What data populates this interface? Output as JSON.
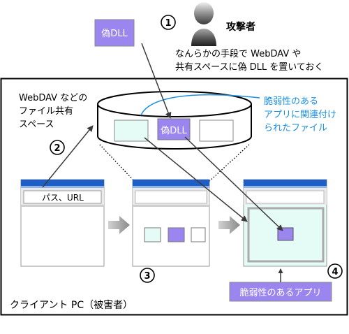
{
  "attacker": {
    "label": "攻撃者",
    "description_line1": "なんらかの手段で WebDAV や",
    "description_line2": "共有スペースに偽 DLL を置いておく"
  },
  "fake_dll_label": "偽DLL",
  "share": {
    "label_line1": "WebDAV などの",
    "label_line2": "ファイル共有",
    "label_line3": "スペース",
    "dll_label": "偽DLL"
  },
  "callout": {
    "line1": "脆弱性のある",
    "line2": "アプリに関連付け",
    "line3": "られたファイル"
  },
  "window1": {
    "address_text": "パス、URL"
  },
  "vulnerable_app_label": "脆弱性のあるアプリ",
  "client_pc_label": "クライアント PC（被害者）",
  "steps": {
    "s1": "1",
    "s2": "2",
    "s3": "3",
    "s4": "4"
  },
  "colors": {
    "accent_purple": "#9a86ee",
    "mint": "#e4fbf6",
    "window_blue": "#1d5fc6",
    "frame_gray": "#c9c9c9",
    "callout_blue": "#1a8fe0"
  }
}
